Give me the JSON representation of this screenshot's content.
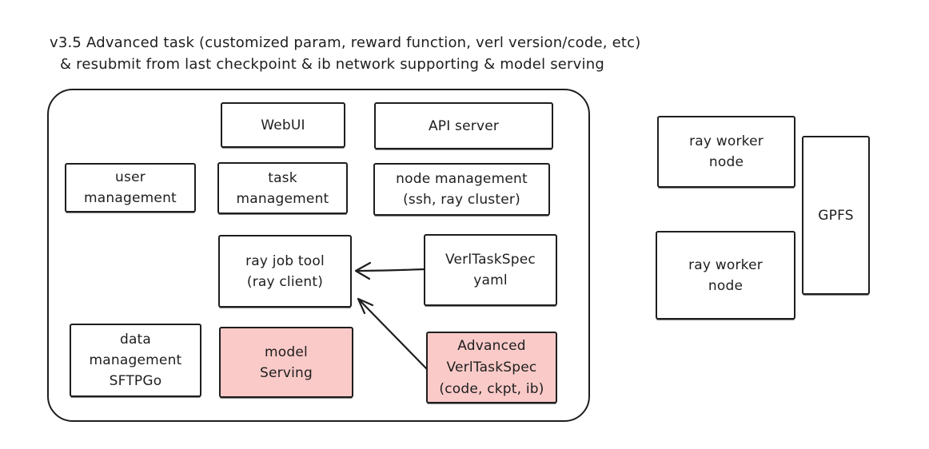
{
  "title": {
    "line1": "v3.5 Advanced task (customized param, reward function, verl version/code, etc)",
    "line2": "& resubmit from last checkpoint & ib network supporting & model serving"
  },
  "colors": {
    "stroke": "#1e1e1e",
    "text": "#1e1e1e",
    "highlight_fill": "#f9cac8",
    "default_fill": "#ffffff",
    "background": "#ffffff"
  },
  "diagram": {
    "platform_group": {
      "nodes": {
        "webui": {
          "lines": [
            "WebUI"
          ],
          "fill": "white"
        },
        "api_server": {
          "lines": [
            "API server"
          ],
          "fill": "white"
        },
        "user_management": {
          "lines": [
            "user",
            "management"
          ],
          "fill": "white"
        },
        "task_management": {
          "lines": [
            "task",
            "management"
          ],
          "fill": "white"
        },
        "node_management": {
          "lines": [
            "node management",
            "(ssh, ray cluster)"
          ],
          "fill": "white"
        },
        "ray_job_tool": {
          "lines": [
            "ray job tool",
            "(ray client)"
          ],
          "fill": "white"
        },
        "verltaskspec_yaml": {
          "lines": [
            "VerlTaskSpec",
            "yaml"
          ],
          "fill": "white"
        },
        "data_management": {
          "lines": [
            "data",
            "management",
            "SFTPGo"
          ],
          "fill": "white"
        },
        "model_serving": {
          "lines": [
            "model",
            "Serving"
          ],
          "fill": "pink"
        },
        "advanced_verltaskspec": {
          "lines": [
            "Advanced",
            "VerlTaskSpec",
            "(code, ckpt, ib)"
          ],
          "fill": "pink"
        }
      }
    },
    "cluster_group": {
      "nodes": {
        "ray_worker_node_1": {
          "lines": [
            "ray worker",
            "node"
          ],
          "fill": "white"
        },
        "ray_worker_node_2": {
          "lines": [
            "ray worker",
            "node"
          ],
          "fill": "white"
        },
        "gpfs": {
          "lines": [
            "GPFS"
          ],
          "fill": "white"
        }
      }
    },
    "edges": [
      {
        "from": "verltaskspec_yaml",
        "to": "ray_job_tool",
        "style": "arrow"
      },
      {
        "from": "advanced_verltaskspec",
        "to": "ray_job_tool",
        "style": "arrow"
      }
    ]
  }
}
